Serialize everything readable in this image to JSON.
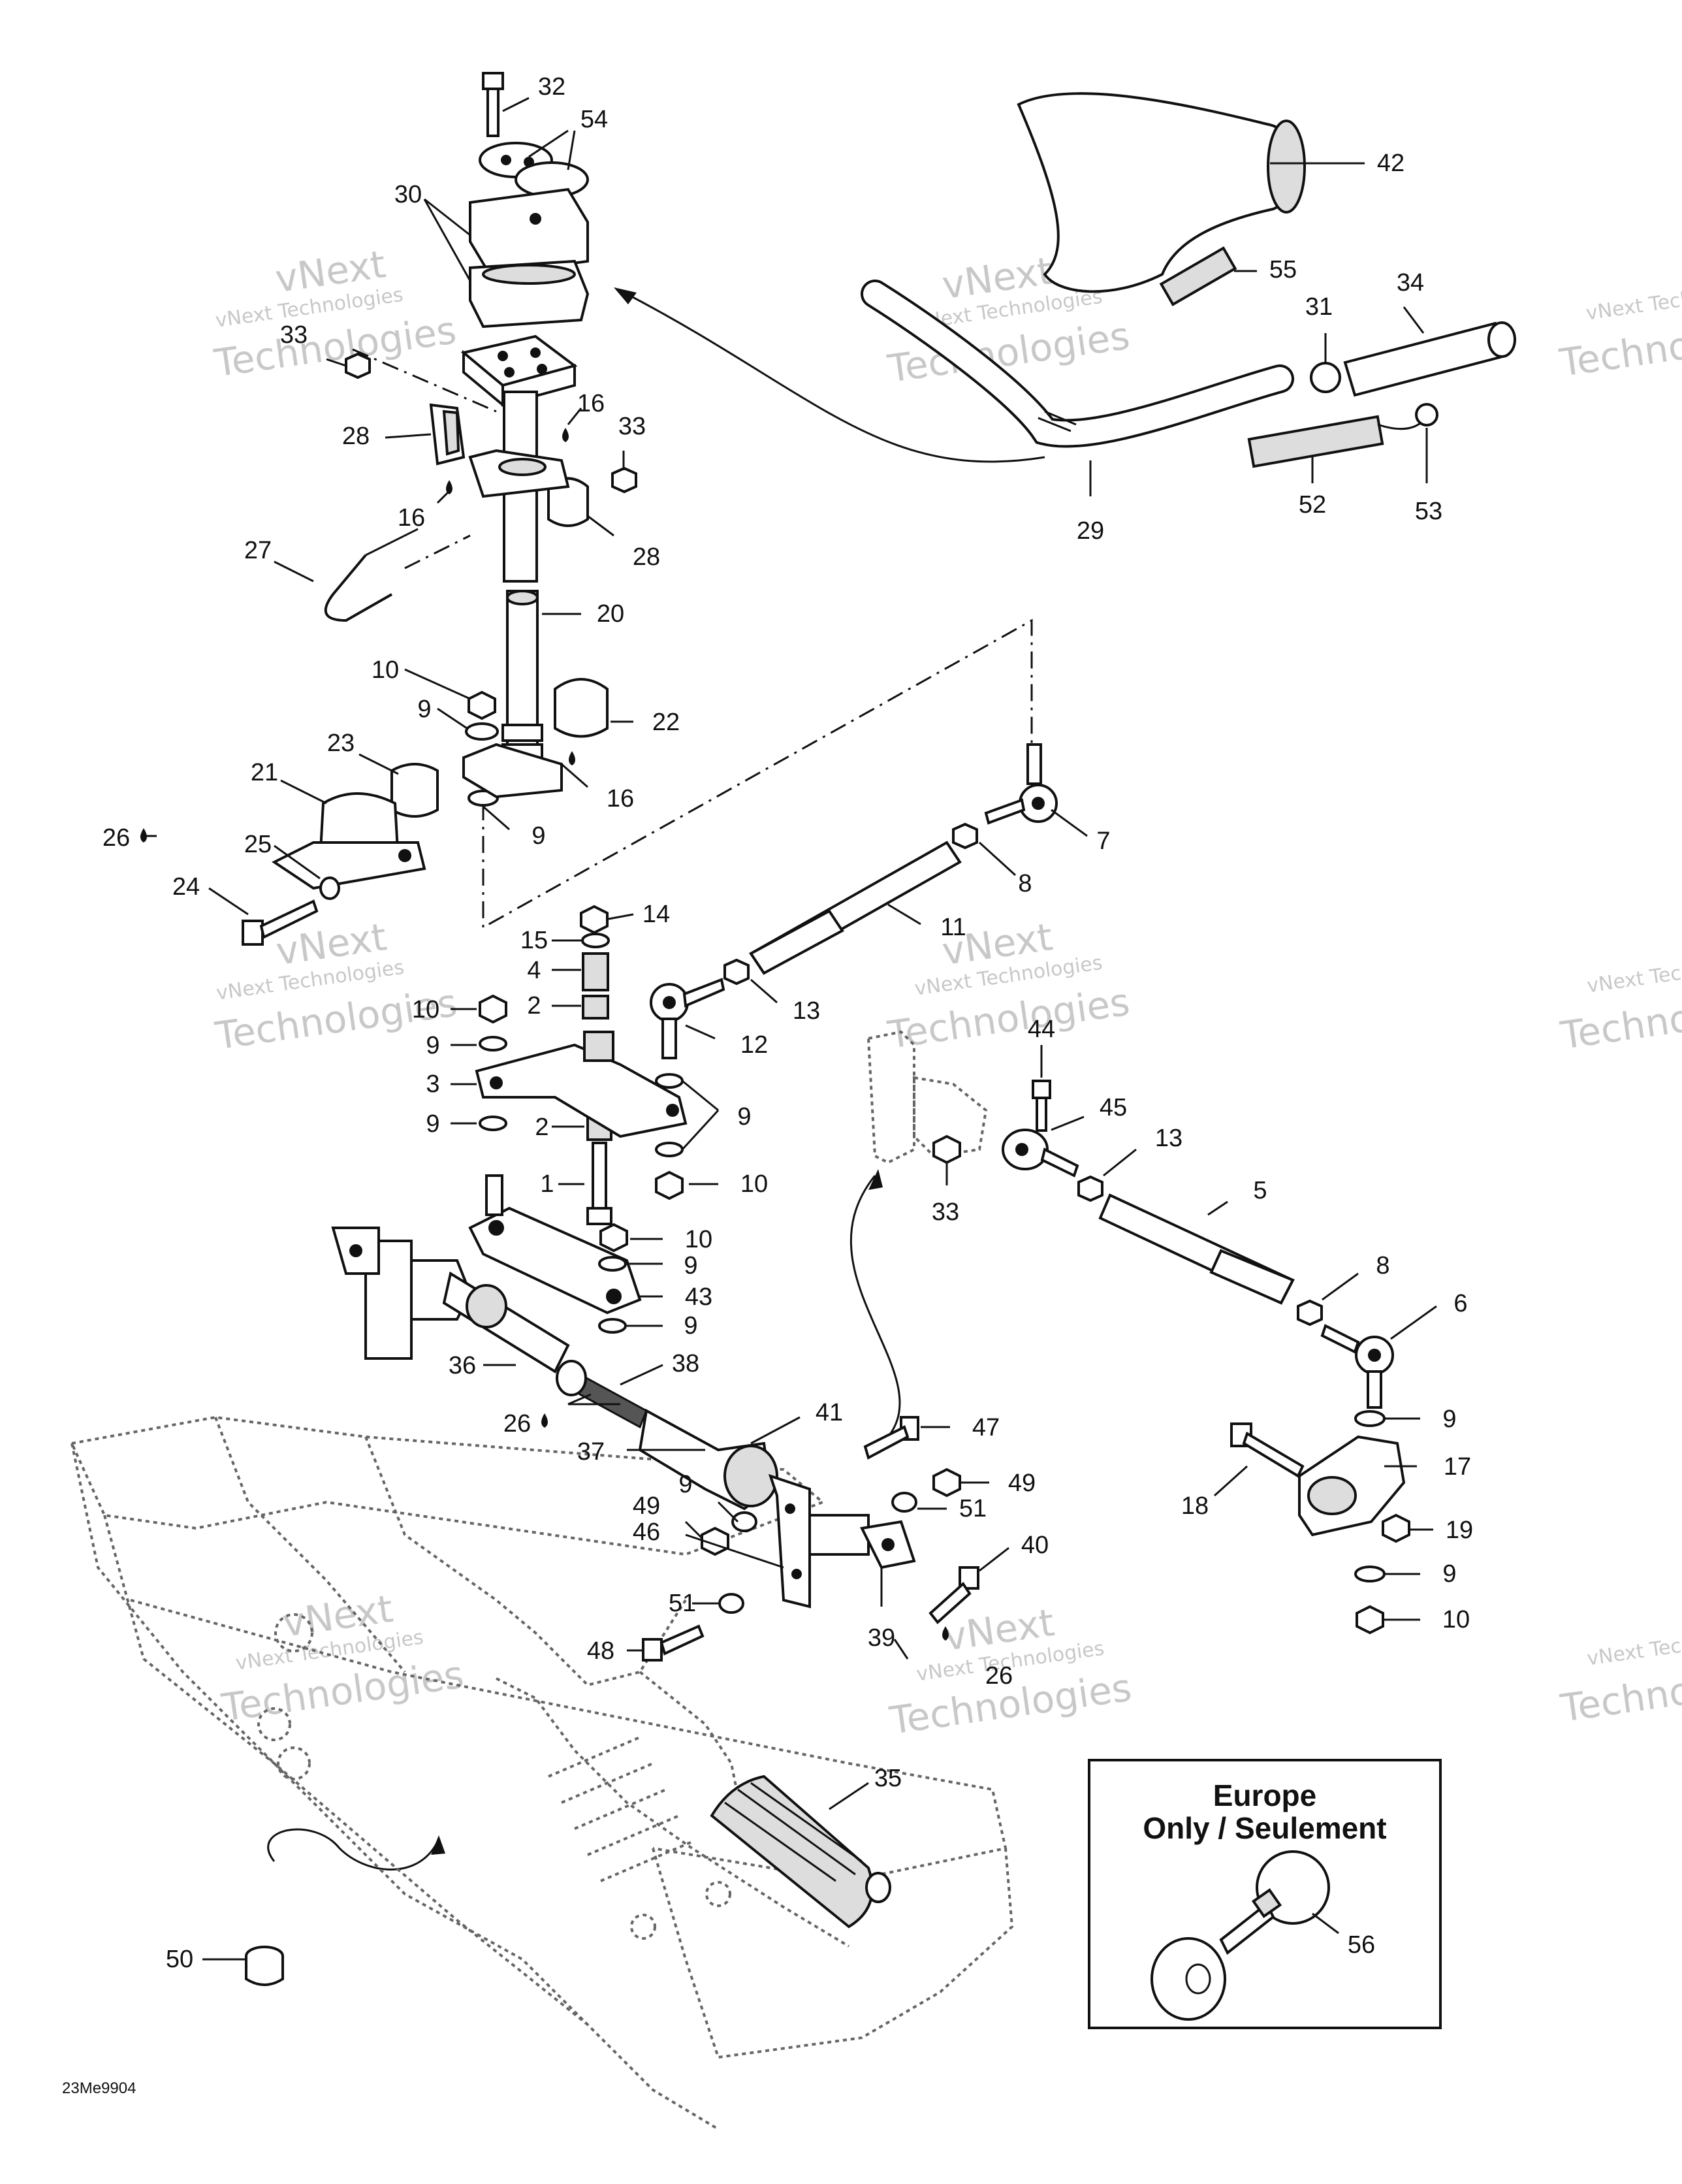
{
  "diagram_code": "23Me9904",
  "watermark": {
    "line1": "vNext Technologies",
    "line2": "vNext",
    "line3": "Technologies"
  },
  "inset": {
    "title_line1": "Europe",
    "title_line2": "Only / Seulement",
    "part": "56"
  },
  "callouts": {
    "c32": "32",
    "c54": "54",
    "c42": "42",
    "c30": "30",
    "c55": "55",
    "c31": "31",
    "c34": "34",
    "c33a": "33",
    "c28a": "28",
    "c16a": "16",
    "c33b": "33",
    "c16b": "16",
    "c28b": "28",
    "c29": "29",
    "c52": "52",
    "c53": "53",
    "c27": "27",
    "c20": "20",
    "c10a": "10",
    "c9a": "9",
    "c22": "22",
    "c23": "23",
    "c21": "21",
    "c16c": "16",
    "c26a": "26",
    "c25": "25",
    "c9b": "9",
    "c7": "7",
    "c24": "24",
    "c8a": "8",
    "c11": "11",
    "c14": "14",
    "c15": "15",
    "c4": "4",
    "c13a": "13",
    "c10b": "10",
    "c2a": "2",
    "c12": "12",
    "c44": "44",
    "c9c": "9",
    "c3": "3",
    "c45": "45",
    "c9d": "9",
    "c2b": "2",
    "c9e": "9",
    "c13b": "13",
    "c1": "1",
    "c10c": "10",
    "c5": "5",
    "c33c": "33",
    "c10d": "10",
    "c9f": "9",
    "c8b": "8",
    "c43": "43",
    "c6": "6",
    "c9g": "9",
    "c36": "36",
    "c38": "38",
    "c26b": "26",
    "c41": "41",
    "c47": "47",
    "c9h": "9",
    "c37": "37",
    "c17": "17",
    "c9i": "9",
    "c49a": "49",
    "c49b": "49",
    "c51a": "51",
    "c18": "18",
    "c46": "46",
    "c19": "19",
    "c40": "40",
    "c9j": "9",
    "c51b": "51",
    "c10e": "10",
    "c48": "48",
    "c39": "39",
    "c26c": "26",
    "c35": "35",
    "c50": "50"
  }
}
